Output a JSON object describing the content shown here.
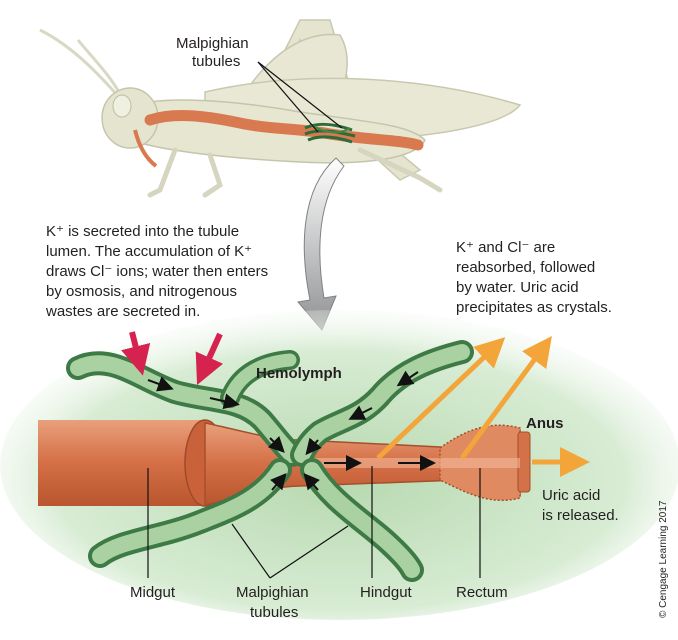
{
  "insect_label": {
    "line1": "Malpighian",
    "line2": "tubules"
  },
  "secretion_note": {
    "line1": "K⁺ is secreted into the tubule",
    "line2": "lumen. The accumulation of K⁺",
    "line3": "draws Cl⁻ ions; water then enters",
    "line4": "by osmosis, and nitrogenous",
    "line5": "wastes are secreted in."
  },
  "reabsorption_note": {
    "line1": "K⁺ and Cl⁻ are",
    "line2": "reabsorbed, followed",
    "line3": "by water. Uric acid",
    "line4": "precipitates as crystals."
  },
  "hemolymph_label": "Hemolymph",
  "anus_label": "Anus",
  "uric_acid_note": {
    "line1": "Uric acid",
    "line2": "is released."
  },
  "bottom_labels": {
    "midgut": "Midgut",
    "malpighian_line1": "Malpighian",
    "malpighian_line2": "tubules",
    "hindgut": "Hindgut",
    "rectum": "Rectum"
  },
  "copyright": "© Cengage Learning 2017",
  "colors": {
    "hemolymph_bg": "#cfe6cf",
    "gut": "#d9794f",
    "gut_dark": "#b85a36",
    "tubule": "#4f8a4f",
    "tubule_light": "#a9d1a1",
    "pink_arrow": "#d6224f",
    "orange_arrow": "#f3a53a",
    "grey_arrow": "#9a9c9e"
  }
}
